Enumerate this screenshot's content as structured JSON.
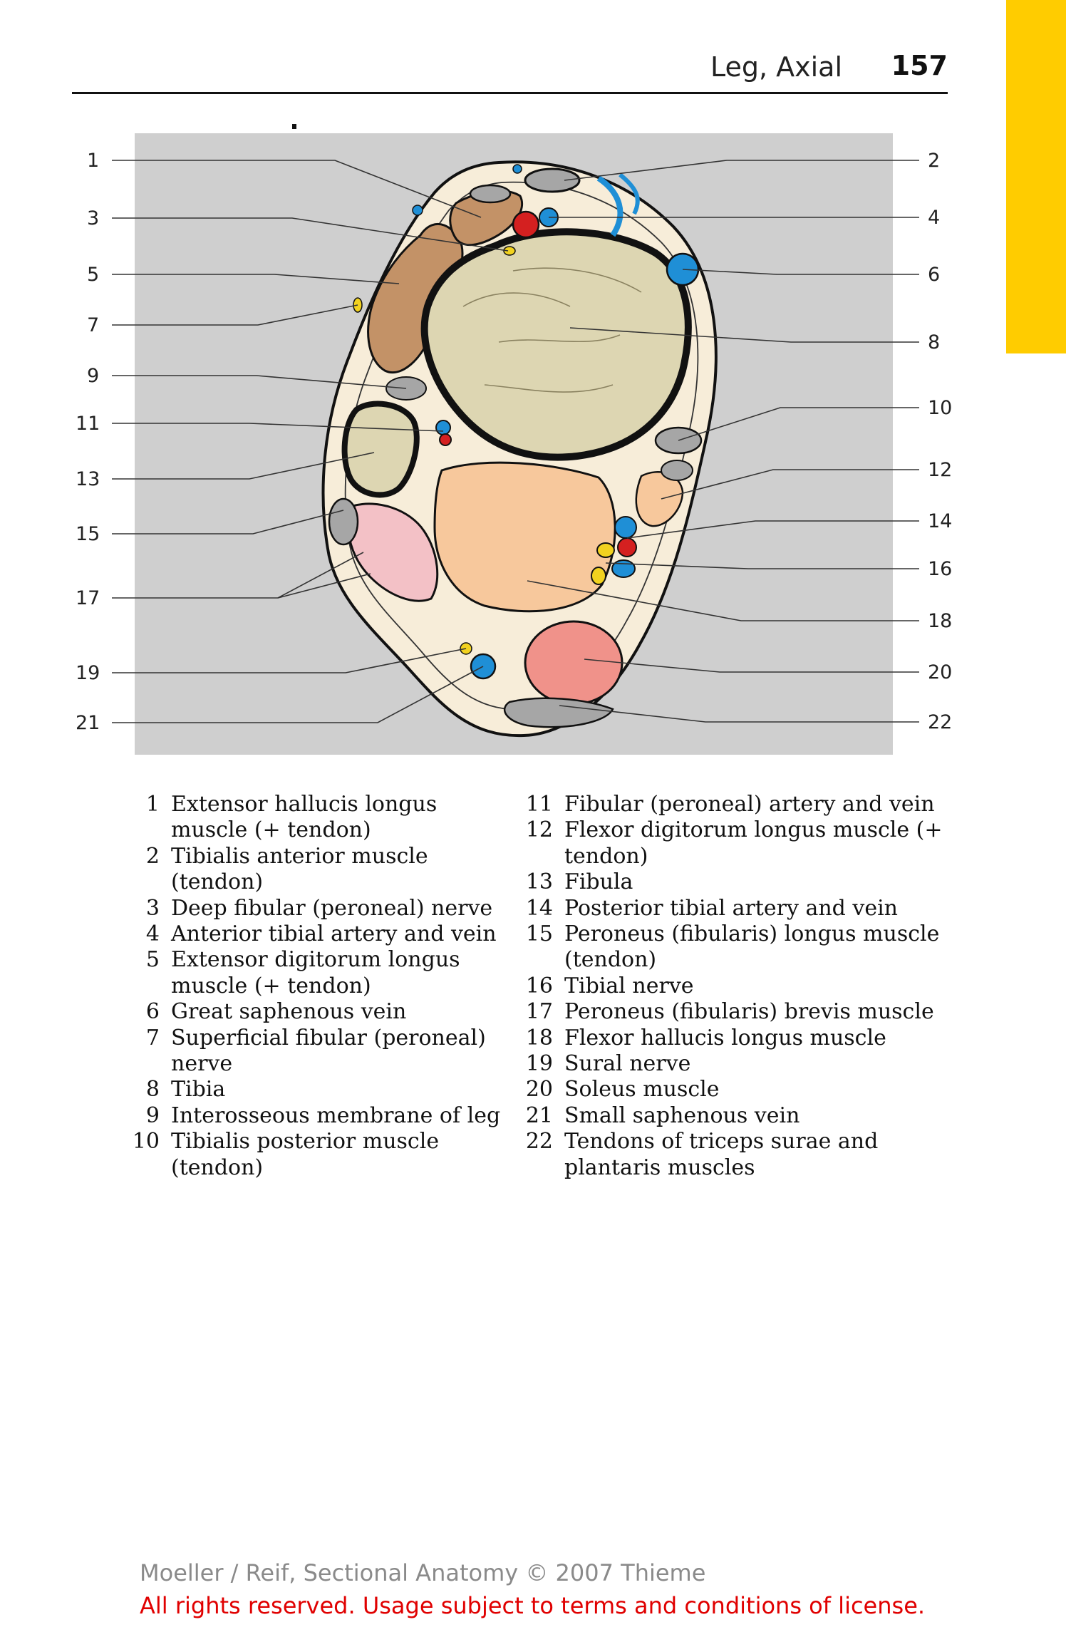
{
  "header": {
    "section": "Leg, Axial",
    "page_number": "157",
    "tab_color": "#FFCC00"
  },
  "figure": {
    "left_labels": [
      "1",
      "3",
      "5",
      "7",
      "9",
      "11",
      "13",
      "15",
      "17",
      "19",
      "21"
    ],
    "right_labels": [
      "2",
      "4",
      "6",
      "8",
      "10",
      "12",
      "14",
      "16",
      "18",
      "20",
      "22"
    ],
    "colors": {
      "background": "#CFCFCF",
      "skin": "#F7EDD9",
      "bone": "#DDD6B2",
      "extensor_muscle": "#C39267",
      "flexor_muscle": "#F7C89C",
      "peroneus_muscle": "#F3C1C6",
      "soleus_muscle": "#F0928A",
      "tendon": "#A6A6A6",
      "vein": "#1F8FD6",
      "artery": "#D42020",
      "nerve": "#F2D21F"
    }
  },
  "legend": {
    "left": [
      {
        "num": "1",
        "text": "Extensor hallucis longus muscle (+ tendon)"
      },
      {
        "num": "2",
        "text": "Tibialis anterior muscle (tendon)"
      },
      {
        "num": "3",
        "text": "Deep fibular (peroneal) nerve"
      },
      {
        "num": "4",
        "text": "Anterior tibial artery and vein"
      },
      {
        "num": "5",
        "text": "Extensor digitorum longus muscle (+ tendon)"
      },
      {
        "num": "6",
        "text": "Great saphenous vein"
      },
      {
        "num": "7",
        "text": "Superficial fibular (peroneal) nerve"
      },
      {
        "num": "8",
        "text": "Tibia"
      },
      {
        "num": "9",
        "text": "Interosseous membrane of leg"
      },
      {
        "num": "10",
        "text": "Tibialis posterior muscle (tendon)"
      }
    ],
    "right": [
      {
        "num": "11",
        "text": "Fibular (peroneal) artery and vein"
      },
      {
        "num": "12",
        "text": "Flexor digitorum longus muscle (+ tendon)"
      },
      {
        "num": "13",
        "text": "Fibula"
      },
      {
        "num": "14",
        "text": "Posterior tibial artery and vein"
      },
      {
        "num": "15",
        "text": "Peroneus (fibularis) longus muscle (tendon)"
      },
      {
        "num": "16",
        "text": "Tibial nerve"
      },
      {
        "num": "17",
        "text": "Peroneus (fibularis) brevis muscle"
      },
      {
        "num": "18",
        "text": "Flexor hallucis longus muscle"
      },
      {
        "num": "19",
        "text": "Sural nerve"
      },
      {
        "num": "20",
        "text": "Soleus muscle"
      },
      {
        "num": "21",
        "text": "Small saphenous vein"
      },
      {
        "num": "22",
        "text": "Tendons of triceps surae and plantaris muscles"
      }
    ]
  },
  "footer": {
    "credit": "Moeller / Reif, Sectional Anatomy © 2007 Thieme",
    "rights": "All rights reserved. Usage subject to terms and conditions of license."
  }
}
